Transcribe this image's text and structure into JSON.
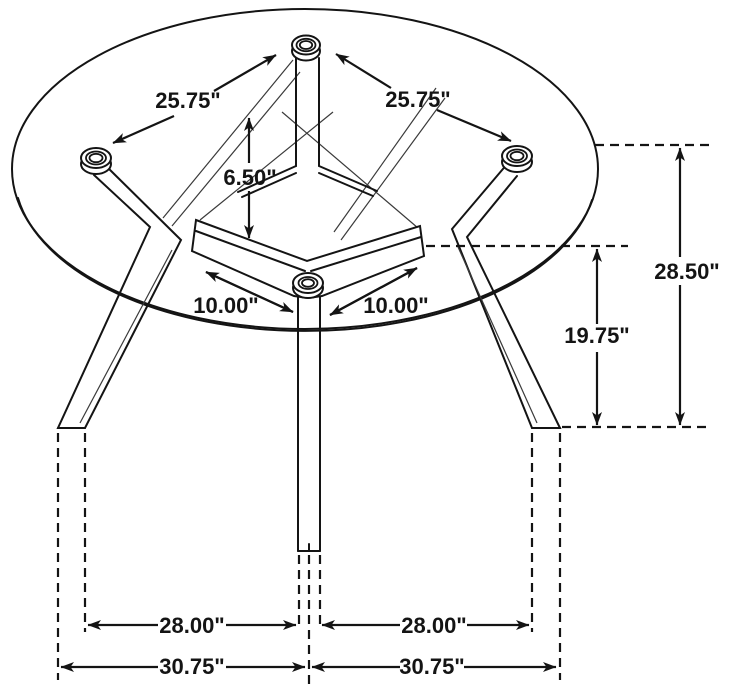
{
  "colors": {
    "ink": "#141414",
    "background": "#ffffff"
  },
  "dimensions": {
    "top_left_leg_span": "25.75\"",
    "top_right_leg_span": "25.75\"",
    "glass_to_brace_gap": "6.50\"",
    "brace_arm_left": "10.00\"",
    "brace_arm_right": "10.00\"",
    "overall_height": "28.50\"",
    "floor_to_brace": "19.75\"",
    "feet_inner_span_left": "28.00\"",
    "feet_inner_span_right": "28.00\"",
    "feet_outer_span_left": "30.75\"",
    "feet_outer_span_right": "30.75\""
  }
}
